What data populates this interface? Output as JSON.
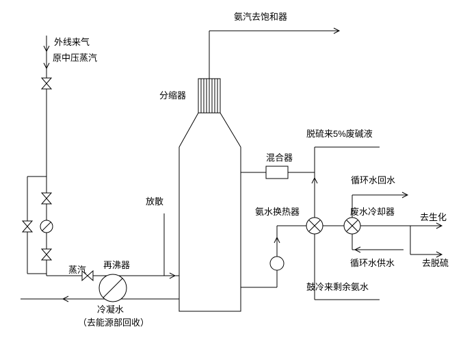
{
  "colors": {
    "background": "#ffffff",
    "line": "#000000",
    "text": "#000000"
  },
  "labels": {
    "ammonia_vapor_to_saturator": "氨汽去饱和器",
    "outside_line_gas": "外线来气",
    "original_mp_steam": "原中压蒸汽",
    "dephlegmator": "分缩器",
    "waste_alkali_from_desulf": "脱硫来5%废碱液",
    "mixer": "混合器",
    "circulating_water_return": "循环水回水",
    "vent": "放散",
    "ammonia_heat_exchanger": "氨水换热器",
    "waste_water_cooler": "废水冷却器",
    "to_biochemical": "去生化",
    "circulating_water_supply": "循环水供水",
    "to_desulfurization": "去脱硫",
    "surplus_ammonia_from_drum_cooler": "鼓冷来剩余氨水",
    "steam": "蒸汽",
    "reboiler": "再沸器",
    "condensate": "冷凝水",
    "condensate_note": "（去能源部回收）"
  }
}
